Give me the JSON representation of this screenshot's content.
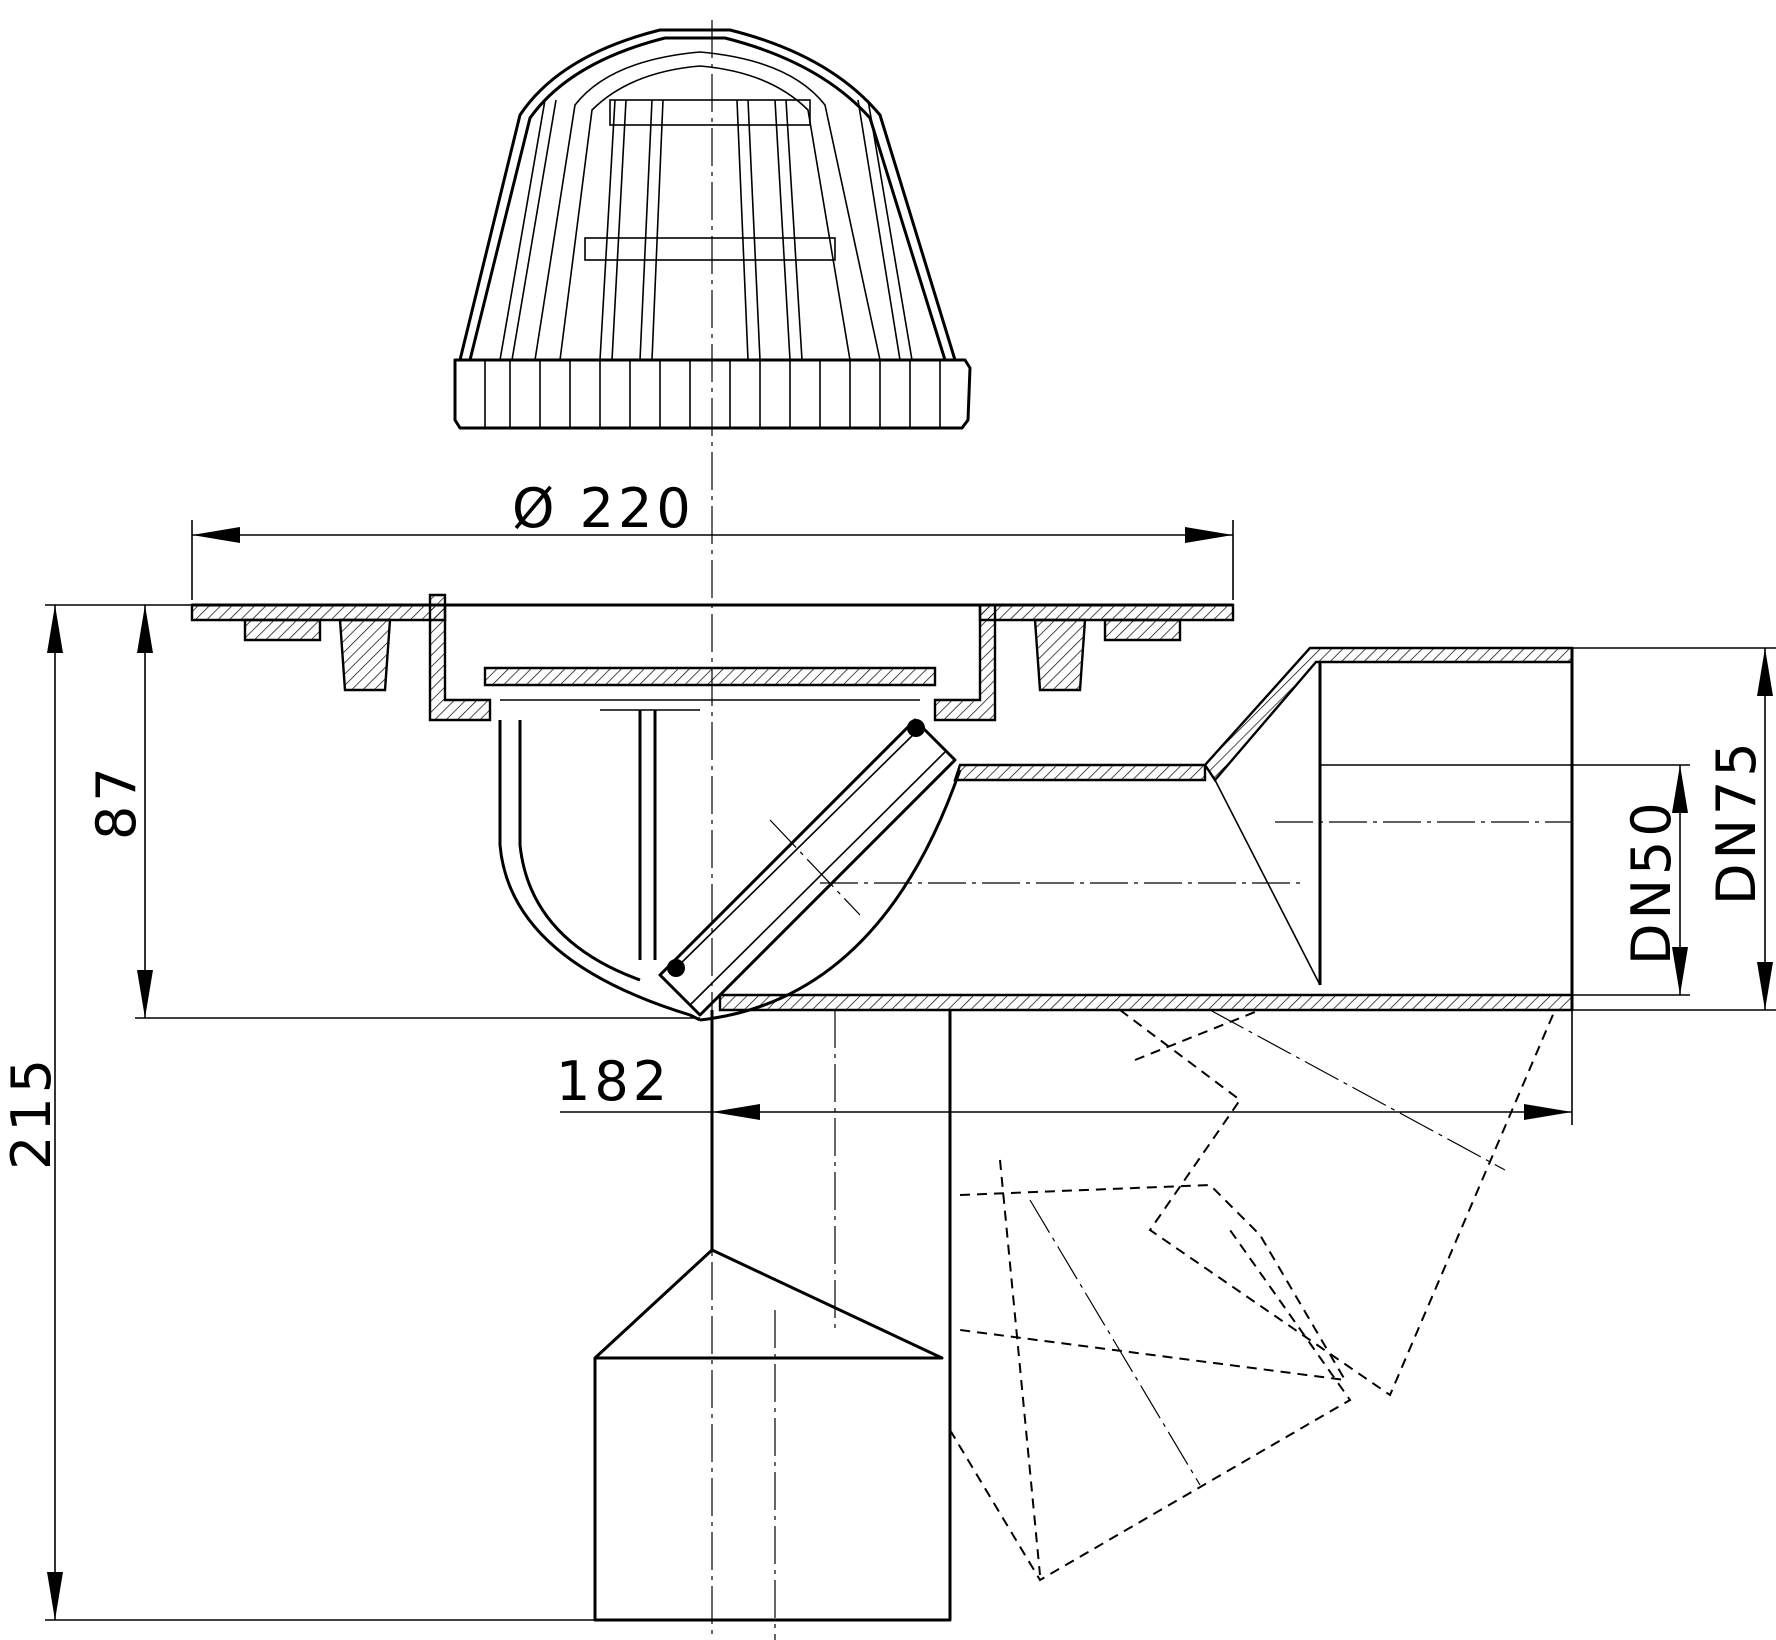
{
  "dimensions": {
    "diameter": "Ø 220",
    "height_upper": "87",
    "height_total": "215",
    "offset": "182",
    "dn_small": "DN50",
    "dn_large": "DN75"
  }
}
